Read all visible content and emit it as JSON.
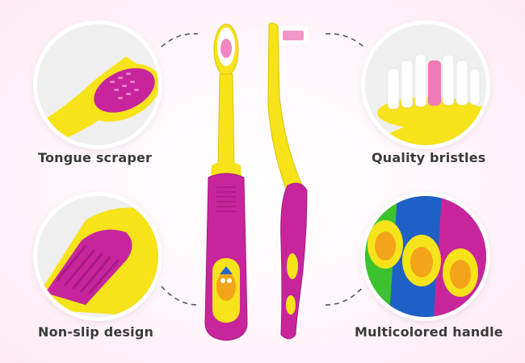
{
  "features": {
    "tongue_scraper": {
      "label": "Tongue scraper",
      "icon": "tongue-scraper-detail"
    },
    "quality_bristles": {
      "label": "Quality bristles",
      "icon": "bristles-detail"
    },
    "non_slip_design": {
      "label": "Non-slip design",
      "icon": "grip-detail"
    },
    "multicolored_handle": {
      "label": "Multicolored handle",
      "icon": "handles-detail"
    }
  },
  "colors": {
    "handle_yellow": "#f6e31a",
    "handle_magenta": "#c8259c",
    "bristle_white": "#ffffff",
    "bristle_pink": "#f07ab8",
    "handle_blue": "#1f5fc8",
    "handle_green": "#3cc22e",
    "background_pink": "#fde9f4"
  }
}
